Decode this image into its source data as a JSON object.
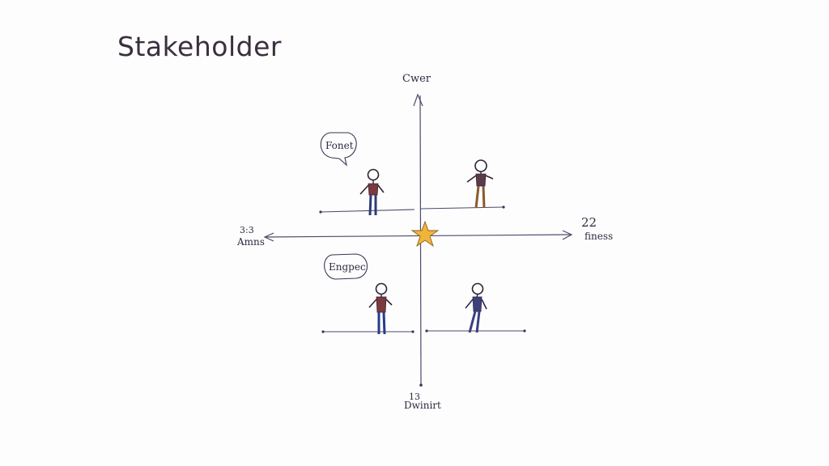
{
  "diagram": {
    "title": "Stakeholder",
    "axes": {
      "top_label": "Cwer",
      "bottom_number": "13",
      "bottom_label": "Dwinirt",
      "left_number": "3:3",
      "left_label": "Amns",
      "right_number": "22",
      "right_label": "finess"
    },
    "bubbles": [
      {
        "text": "Fonet"
      },
      {
        "text": "Engpec"
      }
    ],
    "figures": [
      {
        "quadrant": "top-left",
        "shirt": "#7a3a3e",
        "pants": "#2f3a78"
      },
      {
        "quadrant": "top-right",
        "shirt": "#5a3b4a",
        "pants": "#8a5a2e"
      },
      {
        "quadrant": "bottom-left",
        "shirt": "#7a3a3e",
        "pants": "#2a3a8a"
      },
      {
        "quadrant": "bottom-right",
        "shirt": "#3e4078",
        "pants": "#3a3f80"
      }
    ],
    "center_marker": {
      "icon": "star-icon",
      "color": "#f0b43a"
    },
    "colors": {
      "ink": "#3a3550",
      "axis": "#4a4a6a"
    }
  }
}
